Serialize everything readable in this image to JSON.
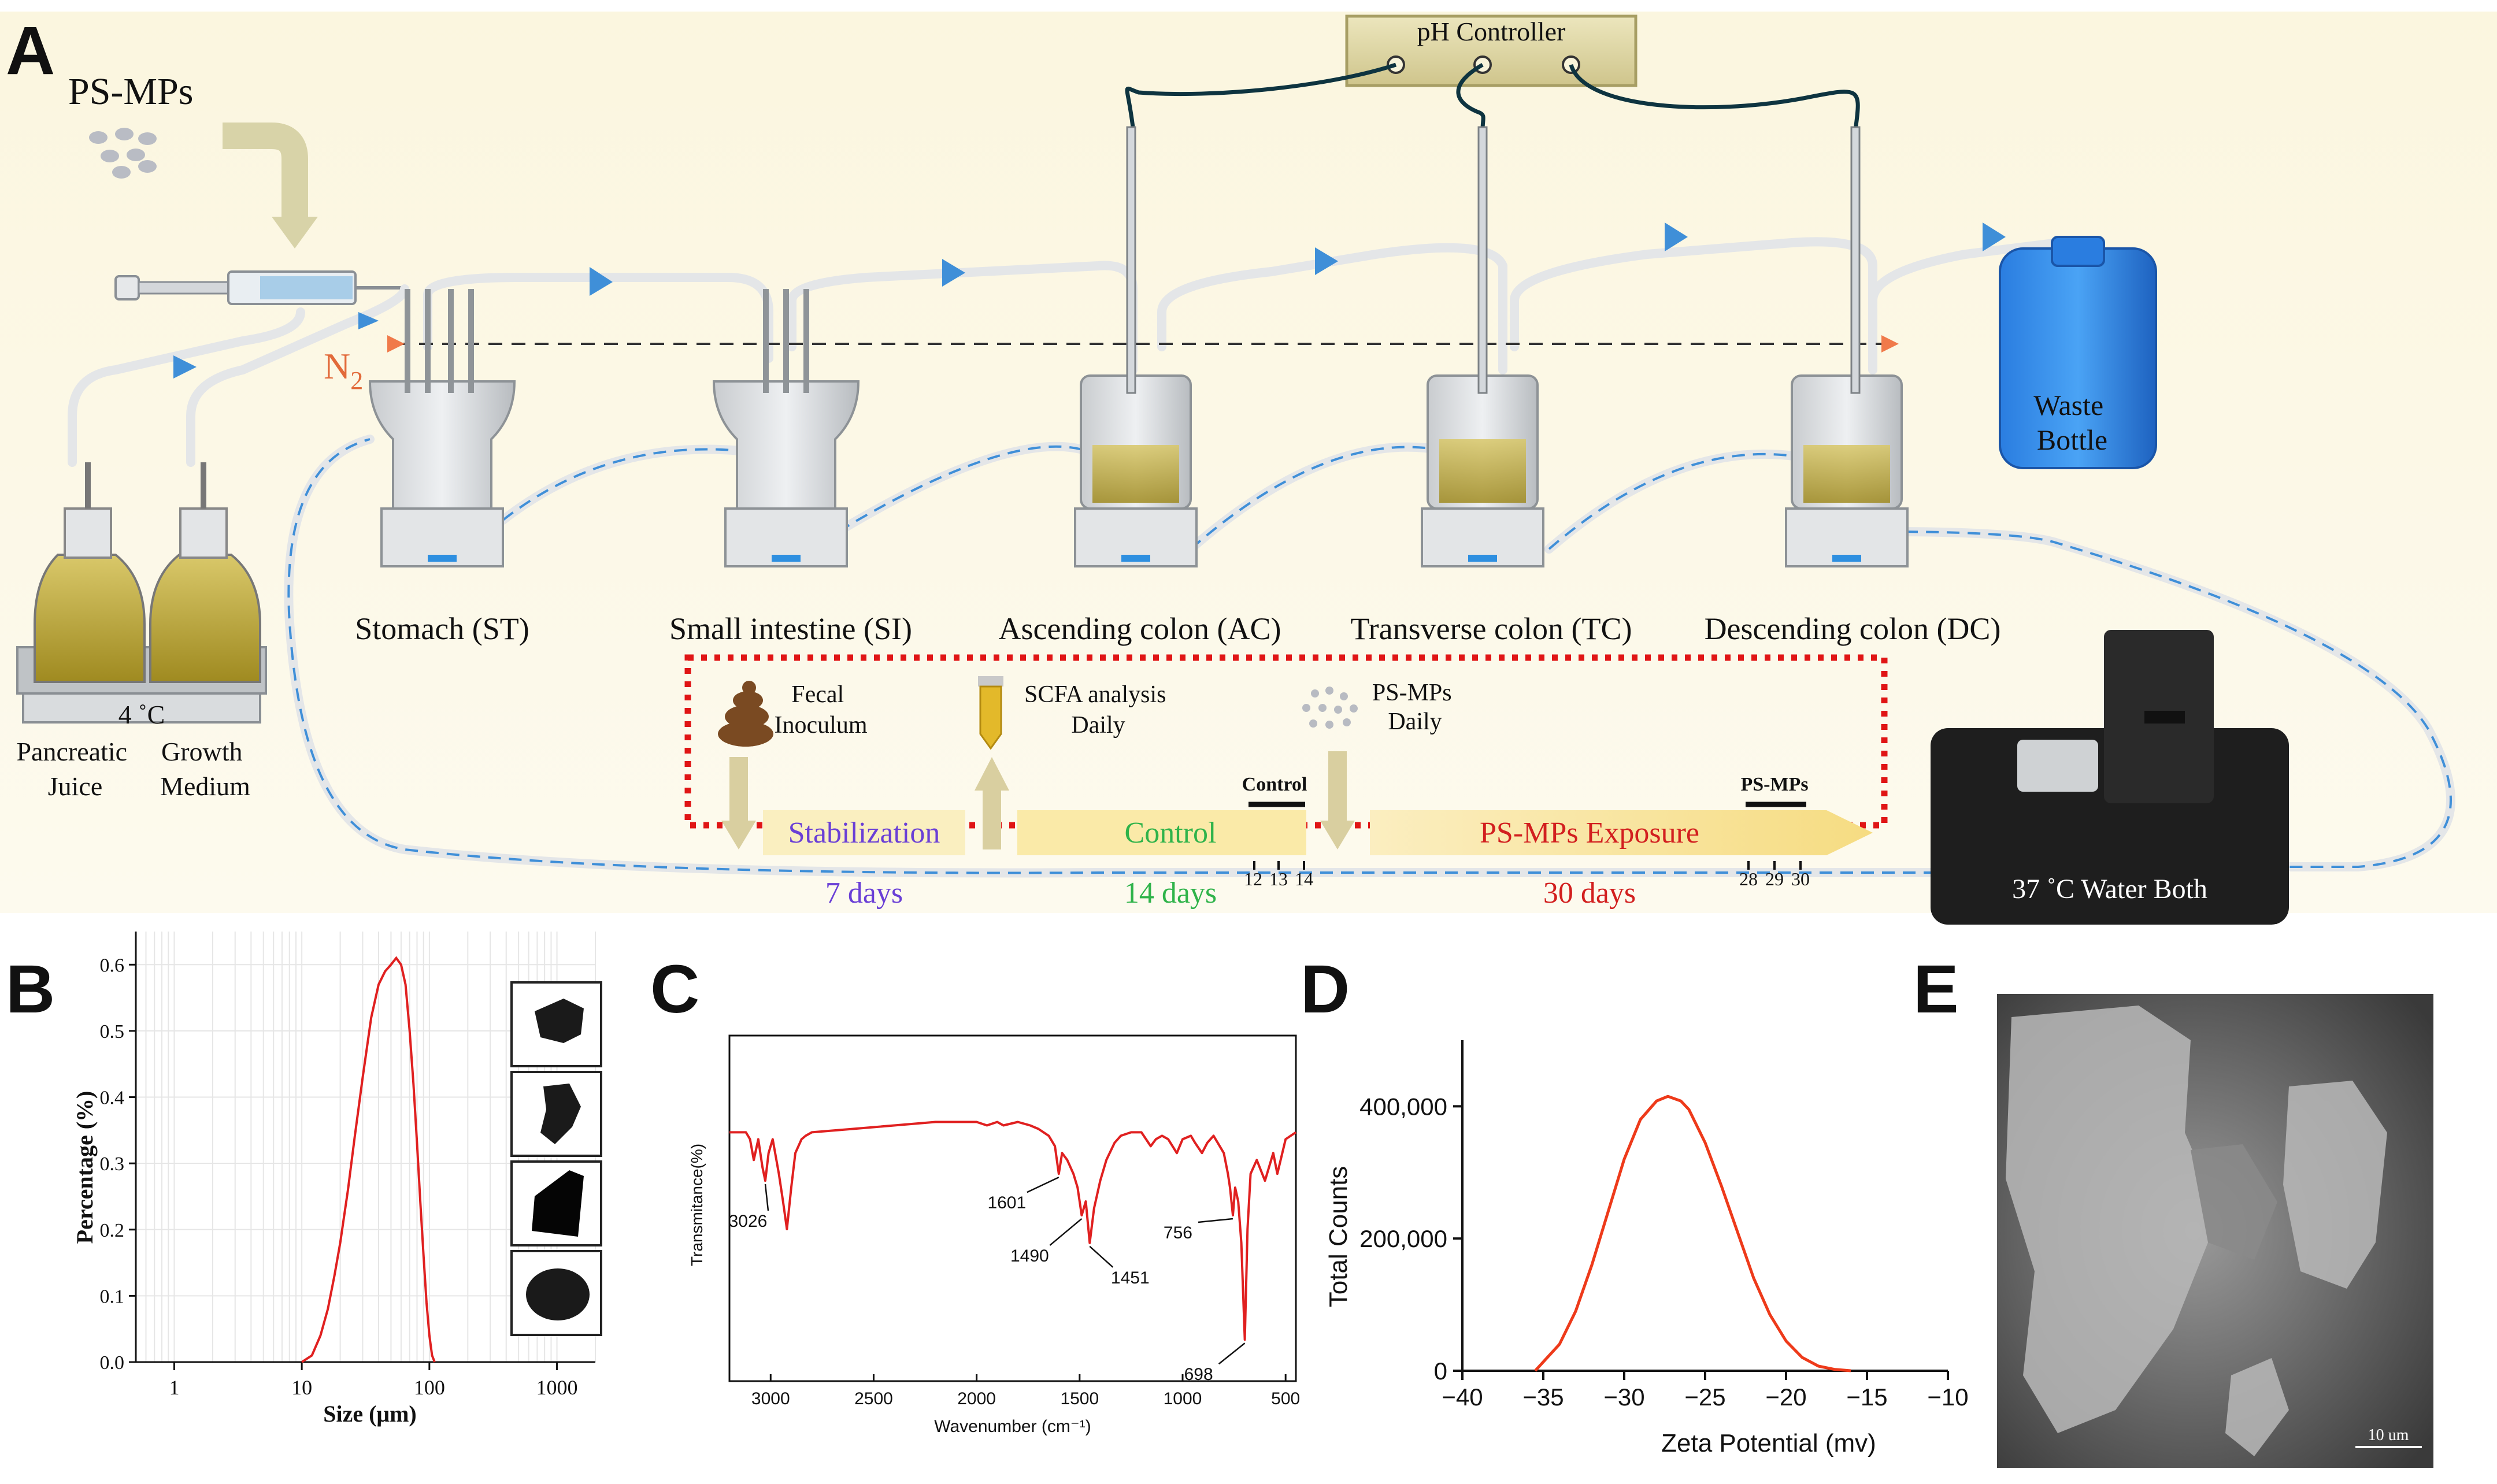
{
  "panels": {
    "A": {
      "letter": "A",
      "ps_mps_label": "PS-MPs",
      "ph_controller": "pH Controller",
      "n2": "N",
      "n2_sub": "2",
      "bottle_temp": "4 ˚C",
      "pancreatic_juice": [
        "Pancreatic",
        "Juice"
      ],
      "growth_medium": [
        "Growth",
        "Medium"
      ],
      "vessels": [
        "Stomach (ST)",
        "Small intestine (SI)",
        "Ascending colon (AC)",
        "Transverse colon (TC)",
        "Descending colon (DC)"
      ],
      "waste_bottle": [
        "Waste",
        "Bottle"
      ],
      "water_bath": "37 ˚C Water Both",
      "timeline": {
        "fecal": [
          "Fecal",
          "Inoculum"
        ],
        "scfa": [
          "SCFA analysis",
          "Daily"
        ],
        "psmps": [
          "PS-MPs",
          "Daily"
        ],
        "stabilization": "Stabilization",
        "control": "Control",
        "exposure": "PS-MPs Exposure",
        "control_tag": "Control",
        "psmps_tag": "PS-MPs",
        "days_stab": "7 days",
        "days_ctrl": "14 days",
        "days_exp": "30 days",
        "ticks_ctrl": [
          "12",
          "13",
          "14"
        ],
        "ticks_exp": [
          "28",
          "29",
          "30"
        ],
        "colors": {
          "stabilization": "#6a3fd6",
          "control": "#2fb34a",
          "exposure": "#d21f1f",
          "dotted_border": "#e01515"
        }
      }
    },
    "B": {
      "letter": "B",
      "chart_data": {
        "type": "line",
        "xscale": "log",
        "xlabel": "Size (μm)",
        "ylabel": "Percentage (%)",
        "xlim": [
          0.5,
          2000
        ],
        "ylim": [
          0,
          0.65
        ],
        "xticks": [
          "1",
          "10",
          "100",
          "1000"
        ],
        "yticks": [
          "0.0",
          "0.1",
          "0.2",
          "0.3",
          "0.4",
          "0.5",
          "0.6"
        ],
        "x": [
          10,
          12,
          14,
          16,
          18,
          20,
          23,
          26,
          30,
          35,
          40,
          45,
          50,
          55,
          60,
          65,
          70,
          75,
          80,
          85,
          90,
          95,
          100,
          105,
          110
        ],
        "y": [
          0.0,
          0.01,
          0.04,
          0.08,
          0.13,
          0.18,
          0.26,
          0.34,
          0.43,
          0.52,
          0.57,
          0.59,
          0.6,
          0.61,
          0.6,
          0.57,
          0.5,
          0.42,
          0.33,
          0.24,
          0.16,
          0.09,
          0.04,
          0.01,
          0.0
        ],
        "color": "#e02020",
        "grid": true
      }
    },
    "C": {
      "letter": "C",
      "chart_data": {
        "type": "line",
        "xlabel": "Wavenumber (cm⁻¹)",
        "ylabel": "Transmitance(%)",
        "xlim": [
          3200,
          450
        ],
        "ylim": [
          0,
          100
        ],
        "xticks": [
          "3000",
          "2500",
          "2000",
          "1500",
          "1000",
          "500"
        ],
        "x": [
          3200,
          3120,
          3100,
          3082,
          3060,
          3040,
          3026,
          3010,
          2990,
          2960,
          2940,
          2921,
          2900,
          2880,
          2850,
          2830,
          2800,
          2600,
          2400,
          2200,
          2000,
          1950,
          1900,
          1870,
          1800,
          1740,
          1700,
          1650,
          1620,
          1601,
          1585,
          1560,
          1530,
          1510,
          1490,
          1470,
          1451,
          1430,
          1400,
          1370,
          1330,
          1300,
          1250,
          1200,
          1155,
          1130,
          1100,
          1070,
          1028,
          1000,
          960,
          940,
          906,
          880,
          850,
          800,
          780,
          770,
          756,
          745,
          730,
          715,
          698,
          685,
          670,
          640,
          600,
          560,
          540,
          500,
          450
        ],
        "y": [
          72,
          72,
          70,
          64,
          70,
          62,
          58,
          66,
          70,
          60,
          52,
          44,
          56,
          66,
          70,
          71,
          72,
          73,
          74,
          75,
          75,
          74,
          75,
          74,
          75,
          74,
          73,
          71,
          68,
          60,
          66,
          64,
          60,
          56,
          48,
          52,
          40,
          50,
          58,
          64,
          69,
          71,
          72,
          72,
          68,
          70,
          71,
          70,
          66,
          70,
          71,
          69,
          66,
          69,
          71,
          66,
          60,
          56,
          48,
          56,
          52,
          40,
          12,
          44,
          60,
          64,
          58,
          66,
          60,
          70,
          72
        ],
        "annotations": [
          {
            "label": "3026",
            "x": 3026,
            "y": 58
          },
          {
            "label": "1601",
            "x": 1601,
            "y": 60
          },
          {
            "label": "1490",
            "x": 1490,
            "y": 48
          },
          {
            "label": "1451",
            "x": 1451,
            "y": 40
          },
          {
            "label": "756",
            "x": 756,
            "y": 48
          },
          {
            "label": "698",
            "x": 698,
            "y": 12
          }
        ],
        "color": "#e02020"
      }
    },
    "D": {
      "letter": "D",
      "chart_data": {
        "type": "line",
        "xlabel": "Zeta Potential (mv)",
        "ylabel": "Total Counts",
        "xlim": [
          -40,
          -10
        ],
        "ylim": [
          0,
          500000
        ],
        "xticks": [
          "−40",
          "−35",
          "−30",
          "−25",
          "−20",
          "−15",
          "−10"
        ],
        "yticks": [
          "0",
          "200,000",
          "400,000"
        ],
        "x": [
          -35.5,
          -34,
          -33,
          -32,
          -31,
          -30,
          -29,
          -28,
          -27.3,
          -26.5,
          -26,
          -25,
          -24,
          -23,
          -22,
          -21,
          -20,
          -19,
          -18,
          -17,
          -16
        ],
        "y": [
          0,
          40000,
          90000,
          160000,
          240000,
          320000,
          380000,
          408000,
          415000,
          408000,
          395000,
          345000,
          280000,
          210000,
          140000,
          85000,
          45000,
          20000,
          7000,
          2000,
          0
        ],
        "color": "#ee3a1a"
      }
    },
    "E": {
      "letter": "E",
      "scale_bar": "10 um"
    }
  }
}
